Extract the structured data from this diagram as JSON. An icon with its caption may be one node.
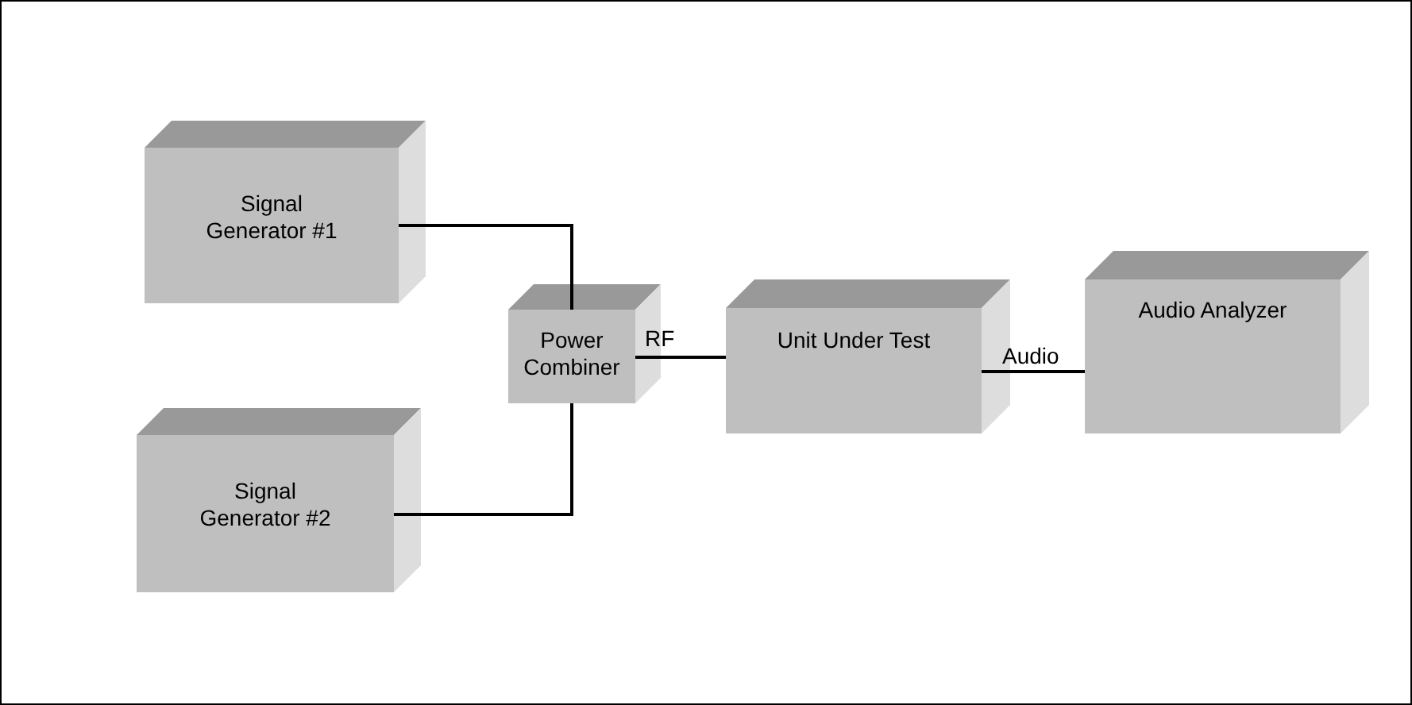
{
  "diagram": {
    "nodes": [
      {
        "text": [
          "Signal Generator #1"
        ]
      },
      {
        "text": [
          "Signal Generator #2"
        ]
      },
      {
        "text": [
          "Power Combiner"
        ]
      },
      {
        "text": [
          "Unit Under Test"
        ]
      },
      {
        "text": [
          "Audio Analyzer"
        ]
      }
    ],
    "edges": [
      {
        "from": 0,
        "to": 2,
        "arrow": "none"
      },
      {
        "from": 1,
        "to": 2,
        "arrow": "none"
      },
      {
        "from": 2,
        "to": 3,
        "arrow": "none",
        "label": "RF"
      },
      {
        "from": 3,
        "to": 4,
        "arrow": "none",
        "label": "Audio"
      }
    ]
  }
}
